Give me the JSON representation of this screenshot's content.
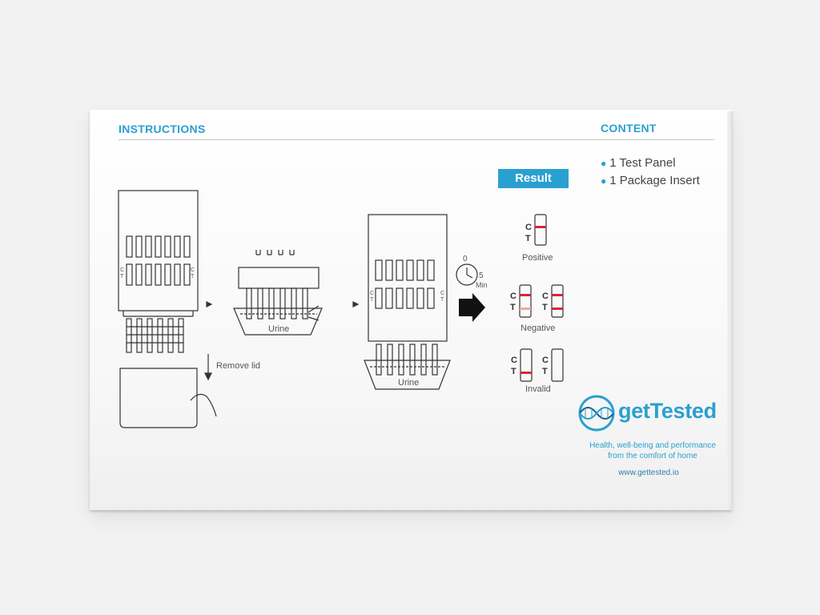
{
  "instructions_heading": "INSTRUCTIONS",
  "content_heading": "CONTENT",
  "content_items": [
    "1 Test Panel",
    "1 Package Insert"
  ],
  "result_label": "Result",
  "step_labels": {
    "remove_lid": "Remove lid",
    "urine_1": "Urine",
    "urine_2": "Urine",
    "timer_zero": "0",
    "timer_five": "5",
    "timer_unit": "Min"
  },
  "results": {
    "positive": "Positive",
    "negative": "Negative",
    "invalid": "Invalid",
    "c_letter": "C",
    "t_letter": "T"
  },
  "brand": {
    "name": "getTested",
    "tagline_line1": "Health, well-being and performance",
    "tagline_line2": "from the comfort of home",
    "url": "www.gettested.io",
    "color": "#2aa0d0",
    "line_color": "#d42a35"
  }
}
